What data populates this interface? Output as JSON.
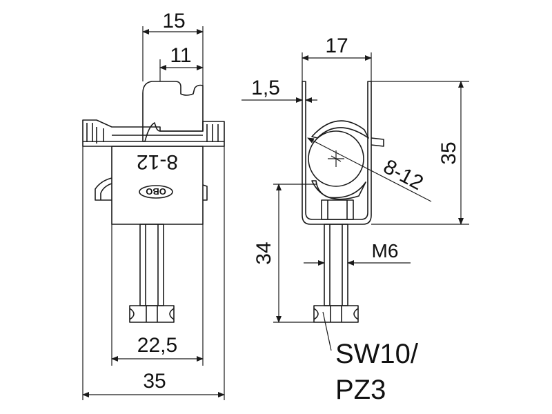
{
  "colors": {
    "stroke": "#1a1a1a",
    "background": "#ffffff"
  },
  "dimensions": {
    "top_width": "15",
    "top_inner": "11",
    "base_width": "22,5",
    "total_width": "35",
    "side_width": "17",
    "sheet_thickness": "1,5",
    "clamp_range": "8-12",
    "clip_height": "35",
    "bolt_height": "34",
    "thread": "M6",
    "drive_line1": "SW10/",
    "drive_line2": "PZ3"
  },
  "markings": {
    "range": "8-12",
    "brand": "OBO"
  }
}
